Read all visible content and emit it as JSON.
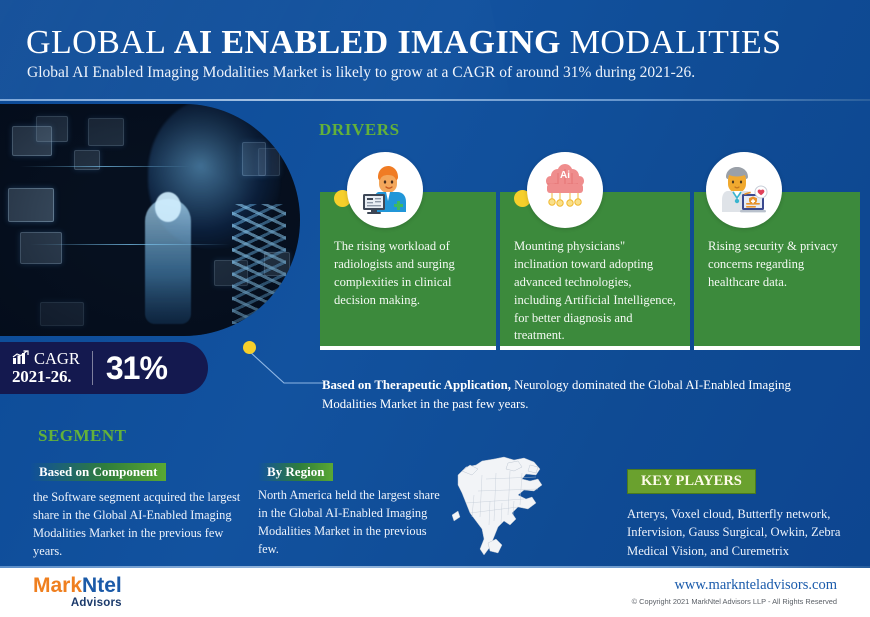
{
  "header": {
    "title_part1": "GLOBAL ",
    "title_highlight": "AI ENABLED IMAGING",
    "title_part2": " MODALITIES",
    "subtitle": "Global AI Enabled Imaging Modalities Market is likely to grow at a CAGR of around 31% during 2021-26."
  },
  "hero": {
    "alt": "ai-medical-imaging-photo"
  },
  "drivers": {
    "heading": "DRIVERS",
    "cards": [
      {
        "icon": "radiologist-icon",
        "text": "The rising workload of radiologists and surging complexities in clinical decision making."
      },
      {
        "icon": "ai-brain-icon",
        "text": "Mounting physicians\" inclination toward adopting advanced technologies, including Artificial Intelligence, for better diagnosis and treatment."
      },
      {
        "icon": "doctor-security-icon",
        "text": "Rising security & privacy concerns regarding healthcare data."
      }
    ]
  },
  "cagr": {
    "icon": "bar-chart-growth-icon",
    "label": "CAGR",
    "period": "2021-26.",
    "value": "31%"
  },
  "note": {
    "bold": "Based on Therapeutic Application,",
    "rest": " Neurology dominated the Global AI-Enabled Imaging Modalities Market in the past few years."
  },
  "segment": {
    "heading": "SEGMENT",
    "items": [
      {
        "badge": "Based on Component",
        "body": "the Software segment acquired the largest share in the Global AI-Enabled Imaging Modalities Market in the previous few years."
      },
      {
        "badge": "By Region",
        "body": "North America held the largest share in the Global AI-Enabled Imaging Modalities Market in the previous few."
      }
    ],
    "map_icon": "north-america-map-icon"
  },
  "key_players": {
    "badge": "KEY PLAYERS",
    "body": "Arterys, Voxel cloud, Butterfly network, Infervision, Gauss Surgical, Owkin, Zebra Medical Vision, and Curemetrix"
  },
  "footer": {
    "logo_mark": "Mark",
    "logo_ntel": "Ntel",
    "logo_sub": "Advisors",
    "website": "www.marknteladvisors.com",
    "copyright": "© Copyright 2021 MarkNtel Advisors LLP - All Rights Reserved"
  },
  "colors": {
    "brand_blue": "#12529f",
    "deep_navy": "#14194f",
    "accent_green": "#63b13a",
    "card_green": "#3c8a3c",
    "badge_green": "#6aa12e",
    "accent_yellow": "#f6cf2b",
    "logo_orange": "#ef7f1f",
    "logo_blue": "#1b5aa8"
  }
}
